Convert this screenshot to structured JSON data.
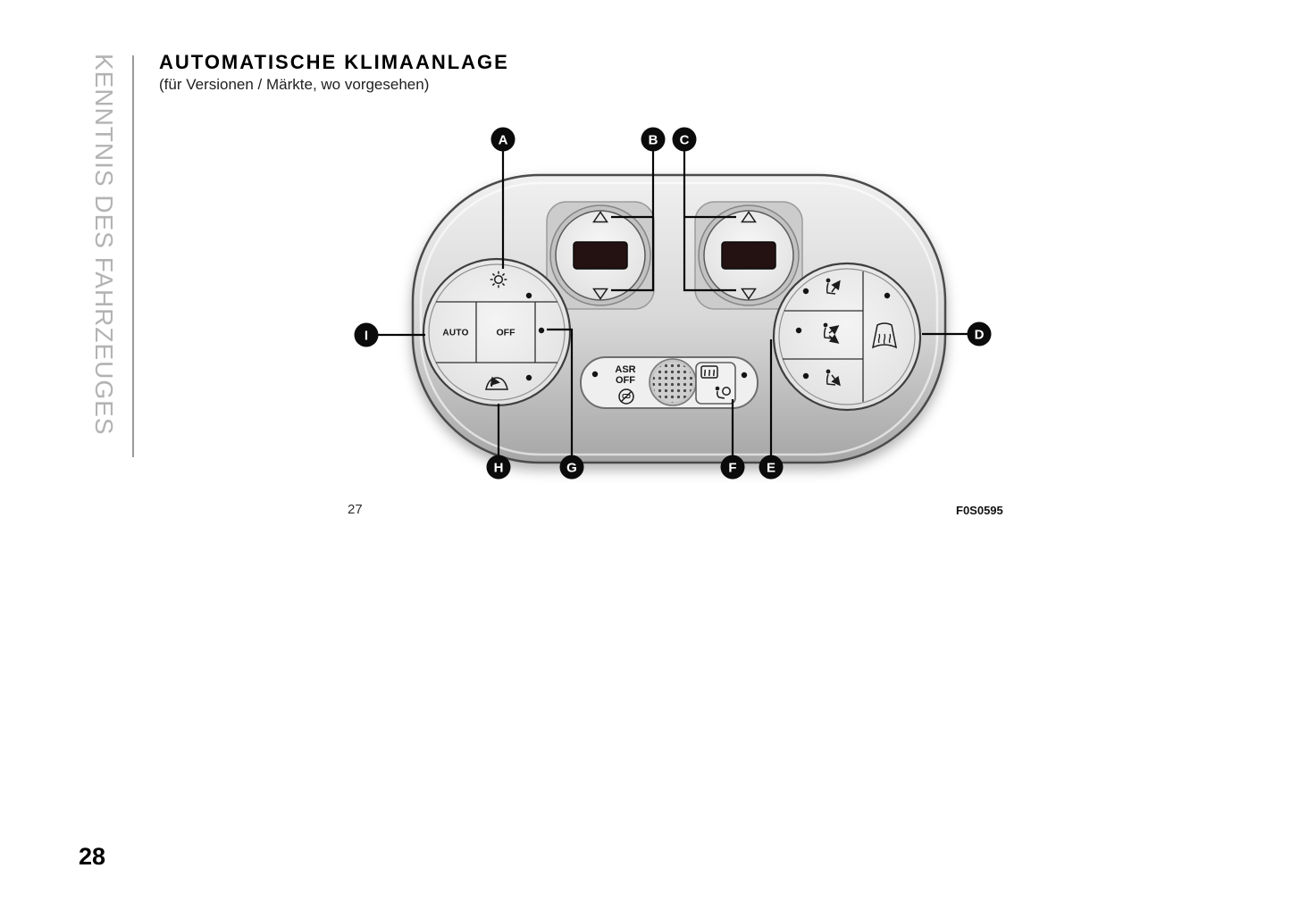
{
  "page": {
    "number": "28"
  },
  "sidebar": {
    "text": "KENNTNIS DES FAHRZEUGES"
  },
  "header": {
    "title": "AUTOMATISCHE KLIMAANLAGE",
    "subtitle": "(für Versionen / Märkte, wo vorgesehen)"
  },
  "figure": {
    "number": "27",
    "code": "F0S0595",
    "callouts": [
      "A",
      "B",
      "C",
      "D",
      "E",
      "F",
      "G",
      "H",
      "I"
    ],
    "panel_labels": {
      "auto": "AUTO",
      "off": "OFF",
      "asr_line1": "ASR",
      "asr_line2": "OFF"
    },
    "icons": [
      "sun-icon",
      "recirculation-icon",
      "up-arrow-icon",
      "down-arrow-icon",
      "air-to-face-icon",
      "air-bilevel-icon",
      "air-to-floor-icon",
      "windshield-defrost-icon",
      "rear-defrost-icon",
      "airbag-icon",
      "asr-off-icon",
      "speaker-grille-icon"
    ],
    "colors": {
      "callout": "#0b0b0b",
      "console_light": "#f0f0f0",
      "console_dark": "#a6a6a6",
      "display": "#241111",
      "sidebar_text": "#b3b3b3"
    }
  }
}
